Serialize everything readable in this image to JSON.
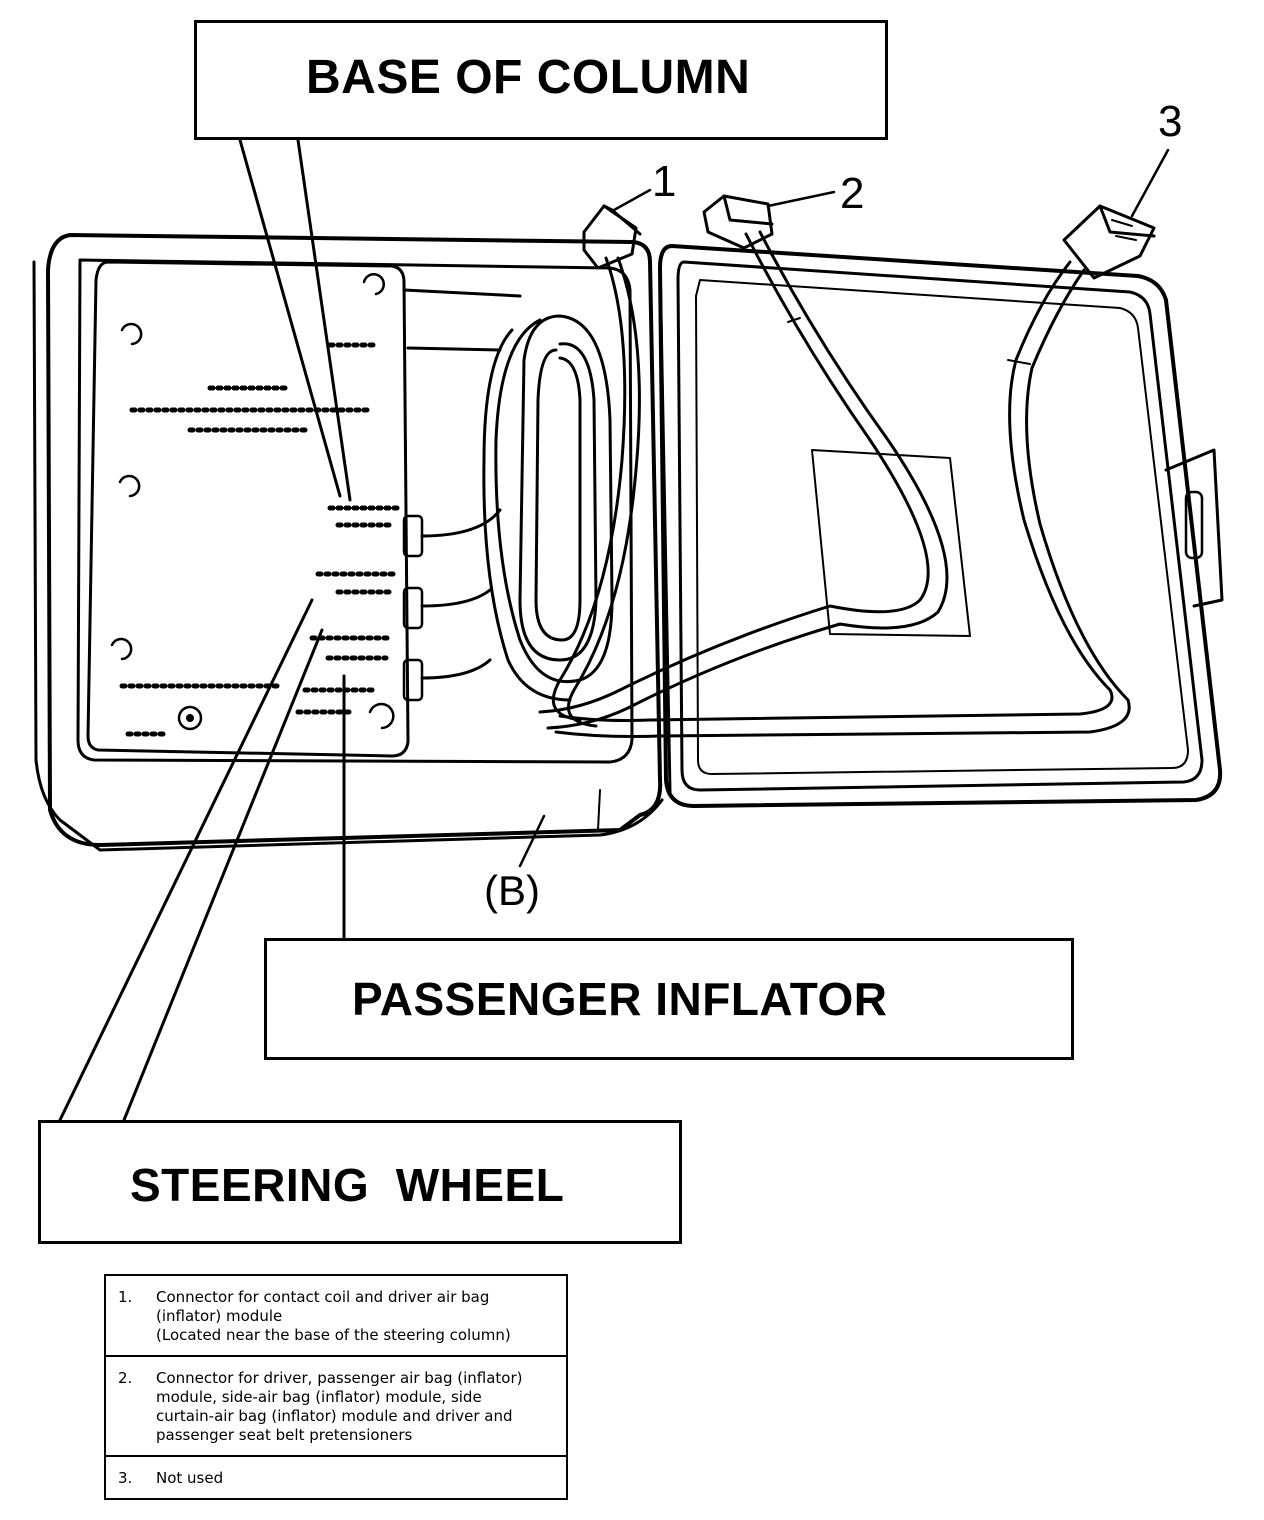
{
  "labels": {
    "base_of_column": "BASE OF COLUMN",
    "passenger_inflator": "PASSENGER INFLATOR",
    "steering_wheel": "STEERING  WHEEL",
    "b": "(B)"
  },
  "connectors": [
    "1",
    "2",
    "3"
  ],
  "legend": [
    {
      "num": "1.",
      "text": "Connector for contact coil and driver air bag\n(inflator) module\n(Located near the base of the steering column)"
    },
    {
      "num": "2.",
      "text": "Connector for driver, passenger air bag (inflator)\nmodule, side-air bag (inflator) module, side\ncurtain-air bag (inflator) module and driver and\npassenger seat belt pretensioners"
    },
    {
      "num": "3.",
      "text": "Not used"
    }
  ]
}
